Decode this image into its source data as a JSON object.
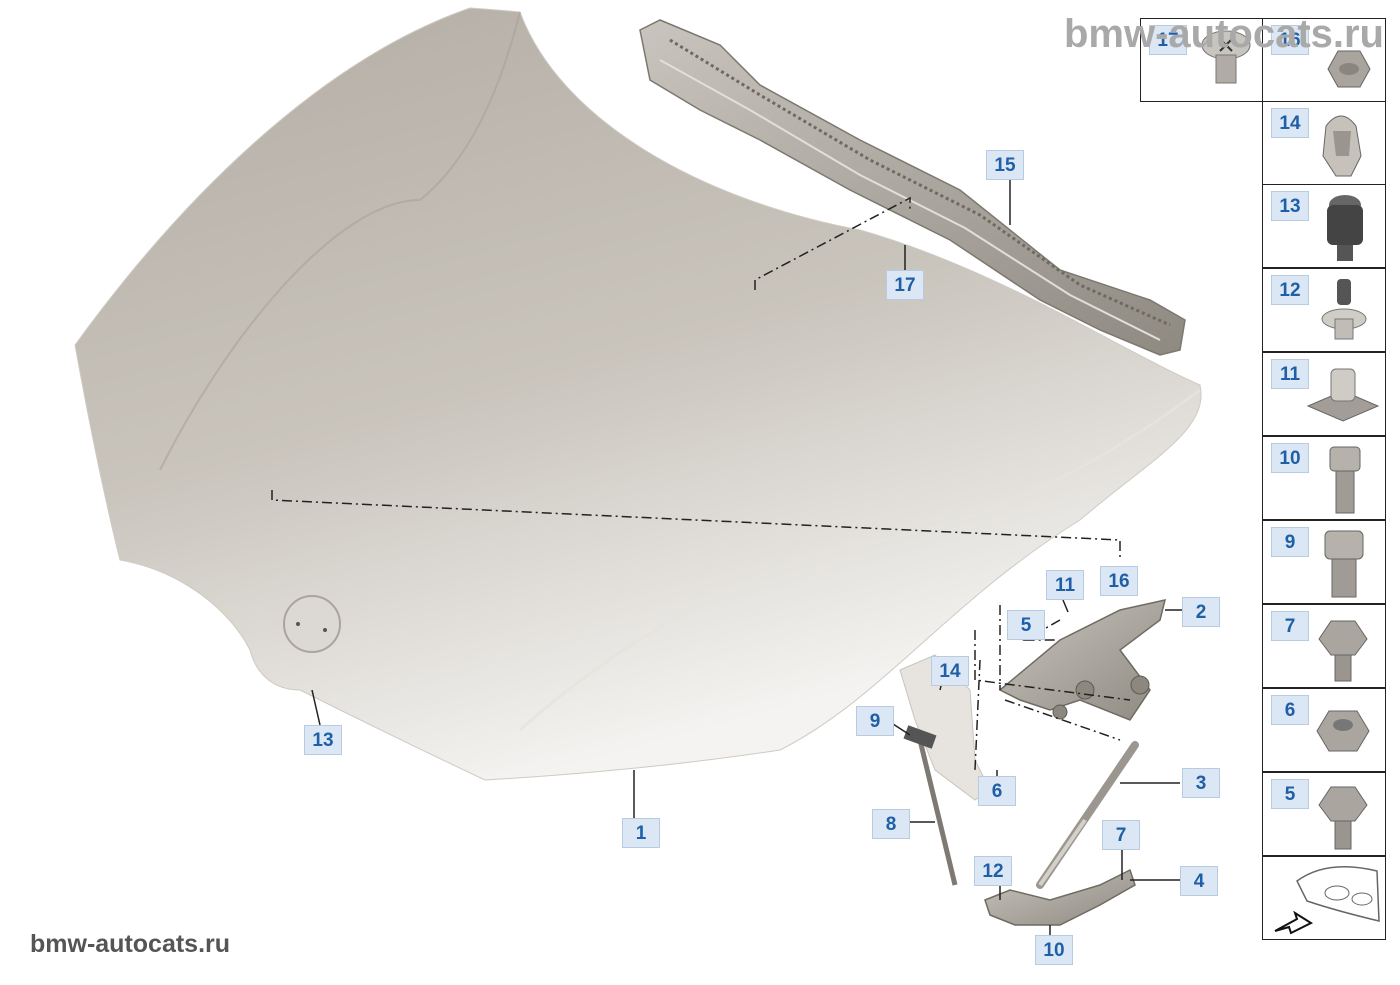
{
  "watermark_top": "bmw-autocats.ru",
  "watermark_bottom": "bmw-autocats.ru",
  "callouts": {
    "c1": "1",
    "c2": "2",
    "c3": "3",
    "c4": "4",
    "c5": "5",
    "c6": "6",
    "c7": "7",
    "c8": "8",
    "c9": "9",
    "c10": "10",
    "c11": "11",
    "c12": "12",
    "c13": "13",
    "c14": "14",
    "c15": "15",
    "c16": "16",
    "c17": "17"
  },
  "legend_cells": [
    "17",
    "16",
    "14",
    "13",
    "12",
    "11",
    "10",
    "9",
    "7",
    "6",
    "5"
  ],
  "colors": {
    "callout_bg": "#dbe7f4",
    "callout_text": "#1f5fa8",
    "hood": "#bdb7ae",
    "metal": "#9c9790"
  }
}
